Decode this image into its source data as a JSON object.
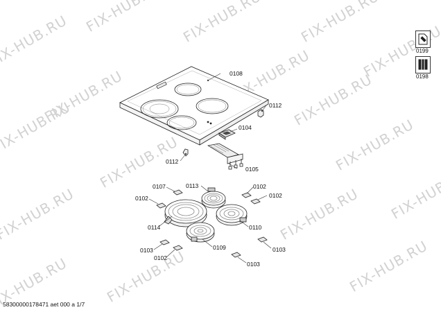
{
  "watermark": "FIX-HUB.RU",
  "footer": "58300000178471 aet 000 a 1/7",
  "icons": [
    {
      "name": "tool-manual-icon",
      "code": "0199"
    },
    {
      "name": "tools-kit-icon",
      "code": "0198"
    }
  ],
  "parts": [
    {
      "id": "0108"
    },
    {
      "id": "0112"
    },
    {
      "id": "0104"
    },
    {
      "id": "0112"
    },
    {
      "id": "0105"
    },
    {
      "id": "0107"
    },
    {
      "id": "0113"
    },
    {
      "id": "0102"
    },
    {
      "id": "0102"
    },
    {
      "id": "0102"
    },
    {
      "id": "0114"
    },
    {
      "id": "0110"
    },
    {
      "id": "0103"
    },
    {
      "id": "0109"
    },
    {
      "id": "0103"
    },
    {
      "id": "0102"
    },
    {
      "id": "0103"
    }
  ]
}
